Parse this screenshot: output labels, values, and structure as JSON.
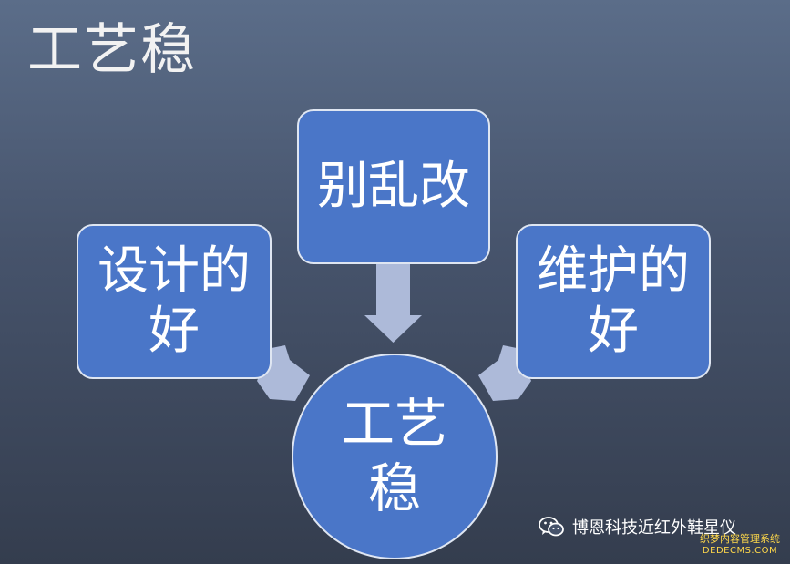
{
  "slide": {
    "title": "工艺稳",
    "boxes": {
      "left": "设计的好",
      "top": "别乱改",
      "right": "维护的好"
    },
    "center": "工艺稳"
  },
  "watermark": {
    "account": "博恩科技近红外鞋星仪",
    "site_name": "织梦内容管理系统",
    "site_url": "DEDECMS.COM"
  },
  "colors": {
    "box_fill": "#4a76c8",
    "box_border": "#dfe6f2",
    "arrow": "#adbad9"
  }
}
